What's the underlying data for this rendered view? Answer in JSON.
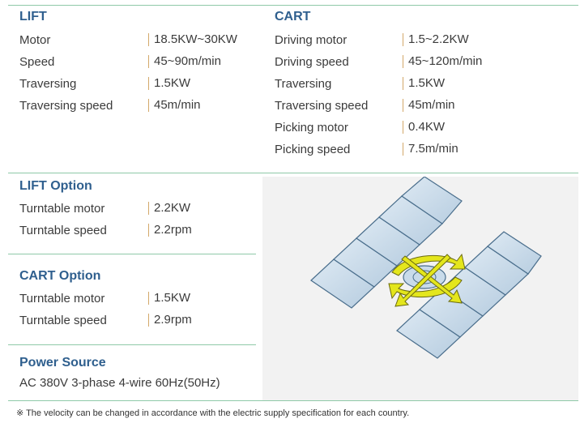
{
  "lift": {
    "title": "LIFT",
    "rows": [
      {
        "label": "Motor",
        "value": "18.5KW~30KW"
      },
      {
        "label": "Speed",
        "value": "45~90m/min"
      },
      {
        "label": "Traversing",
        "value": "1.5KW"
      },
      {
        "label": "Traversing speed",
        "value": "45m/min"
      }
    ]
  },
  "cart": {
    "title": "CART",
    "rows": [
      {
        "label": "Driving motor",
        "value": "1.5~2.2KW"
      },
      {
        "label": "Driving speed",
        "value": "45~120m/min"
      },
      {
        "label": "Traversing",
        "value": "1.5KW"
      },
      {
        "label": "Traversing speed",
        "value": "45m/min"
      },
      {
        "label": "Picking motor",
        "value": "0.4KW"
      },
      {
        "label": "Picking speed",
        "value": "7.5m/min"
      }
    ]
  },
  "lift_option": {
    "title": "LIFT Option",
    "rows": [
      {
        "label": "Turntable motor",
        "value": "2.2KW"
      },
      {
        "label": "Turntable speed",
        "value": "2.2rpm"
      }
    ]
  },
  "cart_option": {
    "title": "CART Option",
    "rows": [
      {
        "label": "Turntable motor",
        "value": "1.5KW"
      },
      {
        "label": "Turntable speed",
        "value": "2.9rpm"
      }
    ]
  },
  "power_source": {
    "title": "Power Source",
    "value": "AC 380V 3-phase 4-wire 60Hz(50Hz)"
  },
  "footnote": "※ The velocity can be changed in accordance with the  electric supply specification for each country.",
  "colors": {
    "title": "#2f5f8e",
    "divider": "#8fc9a8",
    "value_bar": "#d3a86a",
    "arrow": "#e4e61c",
    "panel_fill": "#c9dbea",
    "panel_stroke": "#4a6e8c"
  }
}
